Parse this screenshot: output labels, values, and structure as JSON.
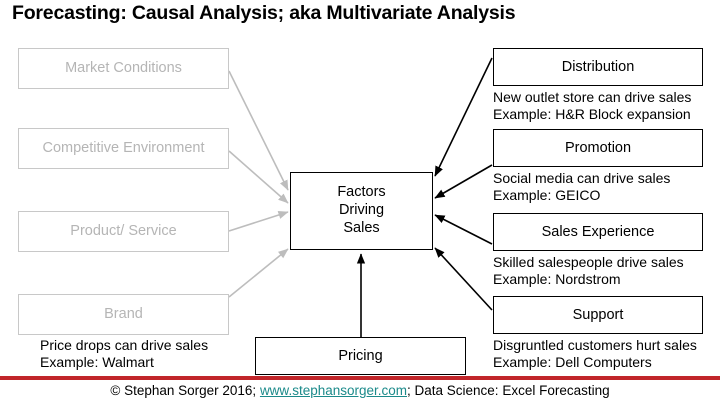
{
  "slide": {
    "title": "Forecasting: Causal Analysis; aka Multivariate Analysis"
  },
  "center": {
    "line1": "Factors",
    "line2": "Driving",
    "line3": "Sales"
  },
  "left_factors": [
    {
      "label": "Market Conditions"
    },
    {
      "label": "Competitive Environment"
    },
    {
      "label": "Product/ Service"
    },
    {
      "label": "Brand"
    }
  ],
  "right_factors": [
    {
      "label": "Distribution",
      "detail": "New outlet store can drive sales",
      "example": "Example: H&R Block expansion"
    },
    {
      "label": "Promotion",
      "detail": "Social media can drive sales",
      "example": "Example: GEICO"
    },
    {
      "label": "Sales Experience",
      "detail": "Skilled salespeople drive sales",
      "example": "Example: Nordstrom"
    },
    {
      "label": "Support",
      "detail": "Disgruntled customers hurt sales",
      "example": "Example: Dell Computers"
    }
  ],
  "bottom_factor": {
    "label": "Pricing",
    "detail": "Price drops can drive sales",
    "example": "Example: Walmart"
  },
  "footer": {
    "before_link": "© Stephan Sorger 2016; ",
    "link": "www.stephansorger.com",
    "after_link": "; Data Science: Excel Forecasting"
  },
  "colors": {
    "faded_border": "#c8c8c8",
    "faded_text": "#b5b5b5",
    "solid_border": "#000000",
    "arrow_grey": "#bdbdbd",
    "arrow_black": "#000000",
    "footer_rule": "#c1252a",
    "footer_link": "#1b8a8a"
  }
}
